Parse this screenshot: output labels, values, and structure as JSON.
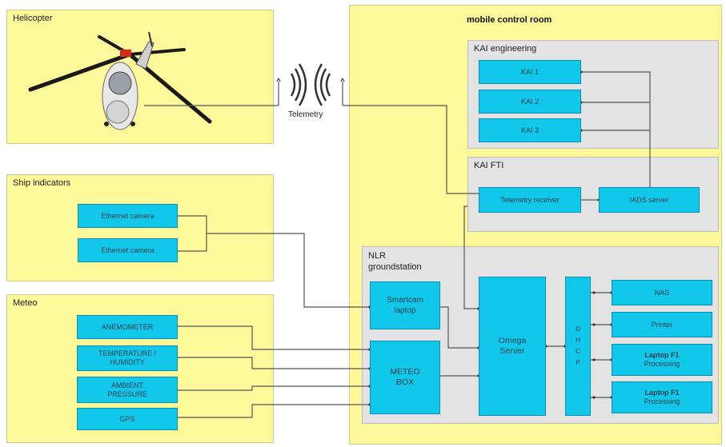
{
  "panels": {
    "helicopter": "Helicopter",
    "ship": "Ship indicators",
    "meteo": "Meteo",
    "mobile": "mobile control room",
    "kai_eng": "KAI engineering",
    "kai_fti": "KAI FTI",
    "nlr": "NLR groundstation"
  },
  "telemetry_label": "Telemetry",
  "nodes": {
    "kai1": "KAI 1",
    "kai2": "KAI 2",
    "kai3": "KAI 3",
    "telemetry_receiver": "Telemetry receiver",
    "iads_server": "IADS server",
    "eth_cam_1": "Ethernet camera",
    "eth_cam_2": "Ethernet camera",
    "anemometer": "ANEMOMETER",
    "temp_line1": "TEMPERATURE /",
    "temp_line2": "HUMIDITY",
    "press_line1": "AMBIENT",
    "press_line2": "PRESSURE",
    "gps": "GPS",
    "smartcam_line1": "Smartcam",
    "smartcam_line2": "laptop",
    "meteo_box_line1": "METEO",
    "meteo_box_line2": "BOX",
    "omega_line1": "Omega",
    "omega_line2": "Server",
    "dhcp": [
      "D",
      "H",
      "C",
      "P"
    ],
    "nas": "NAS",
    "printer": "Printer",
    "laptop1_line1": "Laptop F1",
    "laptop1_line2": "Processing",
    "laptop2_line1": "Laptop F1",
    "laptop2_line2": "Processing"
  },
  "colors": {
    "panel_yellow": "#fdf99a",
    "panel_gray": "#e3e3e3",
    "node_cyan": "#12c8ea",
    "wire": "#555555"
  },
  "icons": [
    "helicopter-icon",
    "antenna-icon"
  ]
}
